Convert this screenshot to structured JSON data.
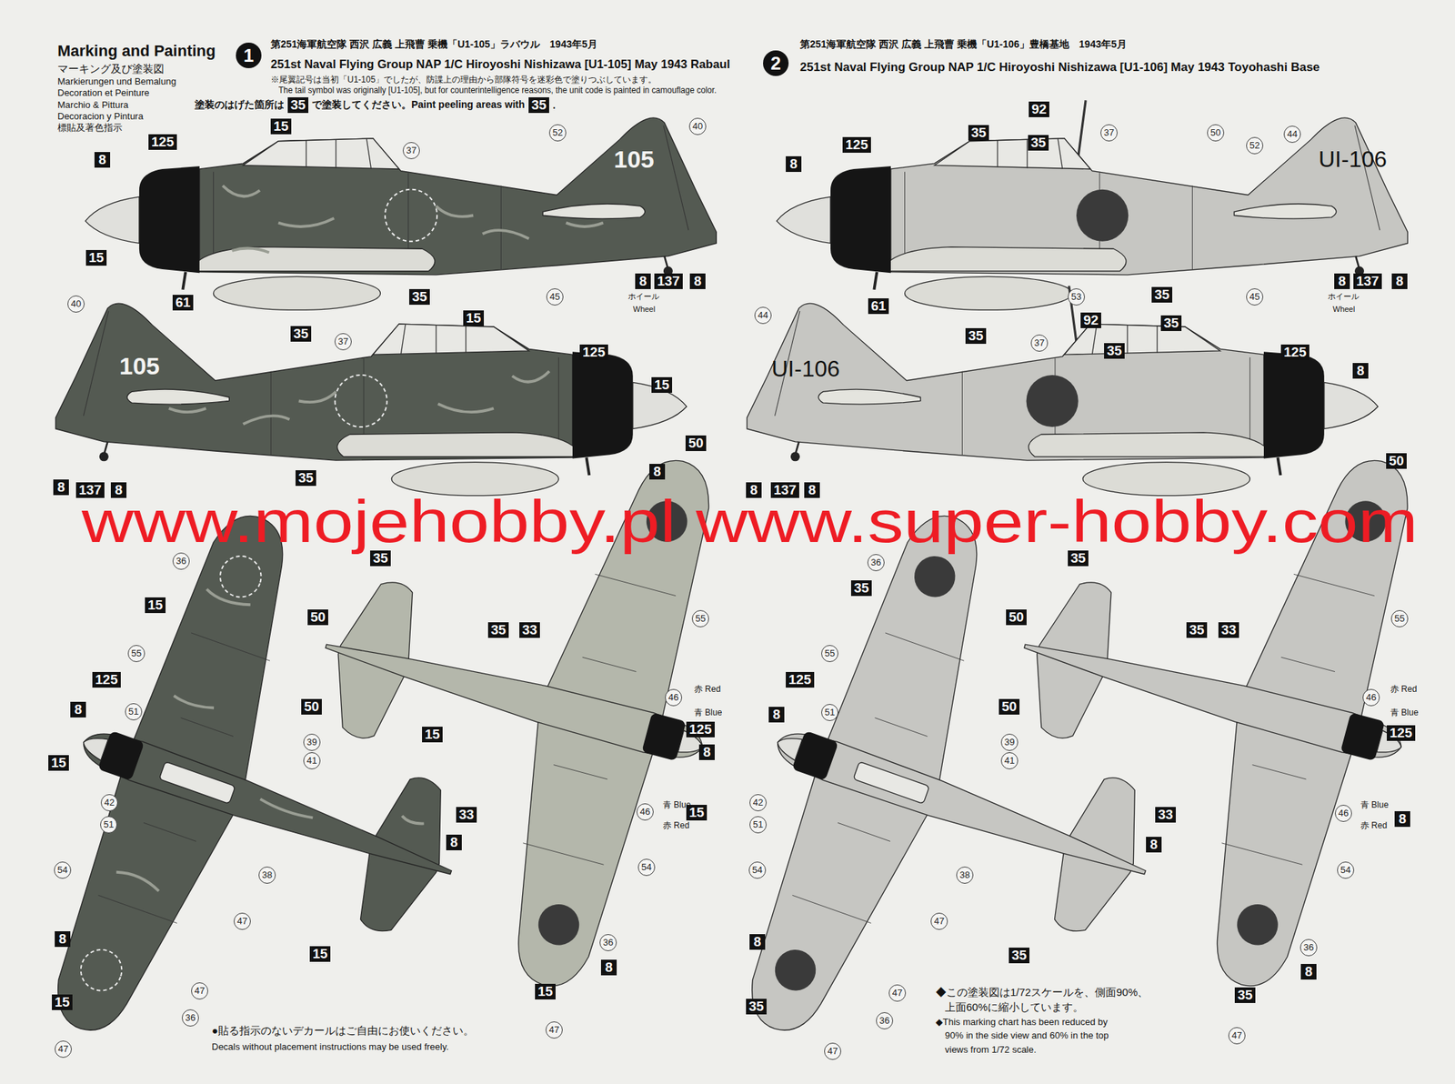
{
  "diagram": {
    "title": "Marking and Painting",
    "labels": [
      "マーキング及び塗装図",
      "Markierungen und Bemalung",
      "Decoration et Peinture",
      "Marchio & Pittura",
      "Decoracion y Pintura",
      "標貼及著色指示",
      "1",
      "第251海軍航空隊 西沢 広義 上飛曹 乗機「U1-105」ラバウル　1943年5月",
      "251st Naval Flying Group NAP 1/C Hiroyoshi Nishizawa [U1-105] May 1943 Rabaul",
      "※尾翼記号は当初「U1-105」でしたが、防諜上の理由から部隊符号を迷彩色で塗りつぶしています。",
      "The tail symbol was originally [U1-105], but for counterintelligence reasons, the unit code is painted in camouflage color.",
      "塗装のはげた箇所は",
      "35",
      "で塗装してください。Paint peeling areas with",
      "35",
      ".",
      "2",
      "第251海軍航空隊 西沢 広義 上飛曹 乗機「U1-106」豊橋基地　1943年5月",
      "251st Naval Flying Group NAP 1/C Hiroyoshi Nishizawa [U1-106] May 1943 Toyohashi Base",
      "15",
      "125",
      "8",
      "15",
      "61",
      "37",
      "52",
      "40",
      "105",
      "35",
      "45",
      "8",
      "137",
      "8",
      "ホイール",
      "Wheel",
      "35",
      "40",
      "105",
      "37",
      "15",
      "125",
      "15",
      "8",
      "8",
      "137",
      "8",
      "35",
      "50",
      "92",
      "35",
      "35",
      "37",
      "50",
      "44",
      "52",
      "UI-106",
      "125",
      "8",
      "61",
      "53",
      "35",
      "45",
      "8",
      "137",
      "8",
      "ホイール",
      "Wheel",
      "35",
      "44",
      "UI-106",
      "92",
      "35",
      "35",
      "37",
      "125",
      "8",
      "8",
      "137",
      "8",
      "50",
      "www.mojehobby.pl www.super-hobby.com",
      "36",
      "15",
      "50",
      "55",
      "125",
      "8",
      "51",
      "50",
      "39",
      "41",
      "15",
      "42",
      "51",
      "54",
      "38",
      "47",
      "8",
      "15",
      "8",
      "15",
      "47",
      "36",
      "47",
      "●貼る指示のないデカールはご自由にお使いください。",
      "Decals without placement instructions may be used freely.",
      "35",
      "35",
      "33",
      "55",
      "46",
      "赤 Red",
      "青 Blue",
      "125",
      "8",
      "15",
      "46",
      "青 Blue",
      "赤 Red",
      "15",
      "33",
      "54",
      "36",
      "8",
      "15",
      "47",
      "36",
      "35",
      "50",
      "55",
      "125",
      "8",
      "51",
      "50",
      "39",
      "41",
      "42",
      "51",
      "54",
      "38",
      "47",
      "8",
      "35",
      "8",
      "35",
      "47",
      "36",
      "47",
      "◆この塗装図は1/72スケールを、側面90%、",
      "上面60%に縮小しています。",
      "◆This marking chart has been reduced by",
      "90% in the side view and 60% in the top",
      "views from 1/72 scale.",
      "35",
      "35",
      "33",
      "55",
      "46",
      "赤 Red",
      "青 Blue",
      "125",
      "46",
      "青 Blue",
      "赤 Red",
      "8",
      "33",
      "54",
      "36",
      "8",
      "35",
      "47"
    ]
  }
}
